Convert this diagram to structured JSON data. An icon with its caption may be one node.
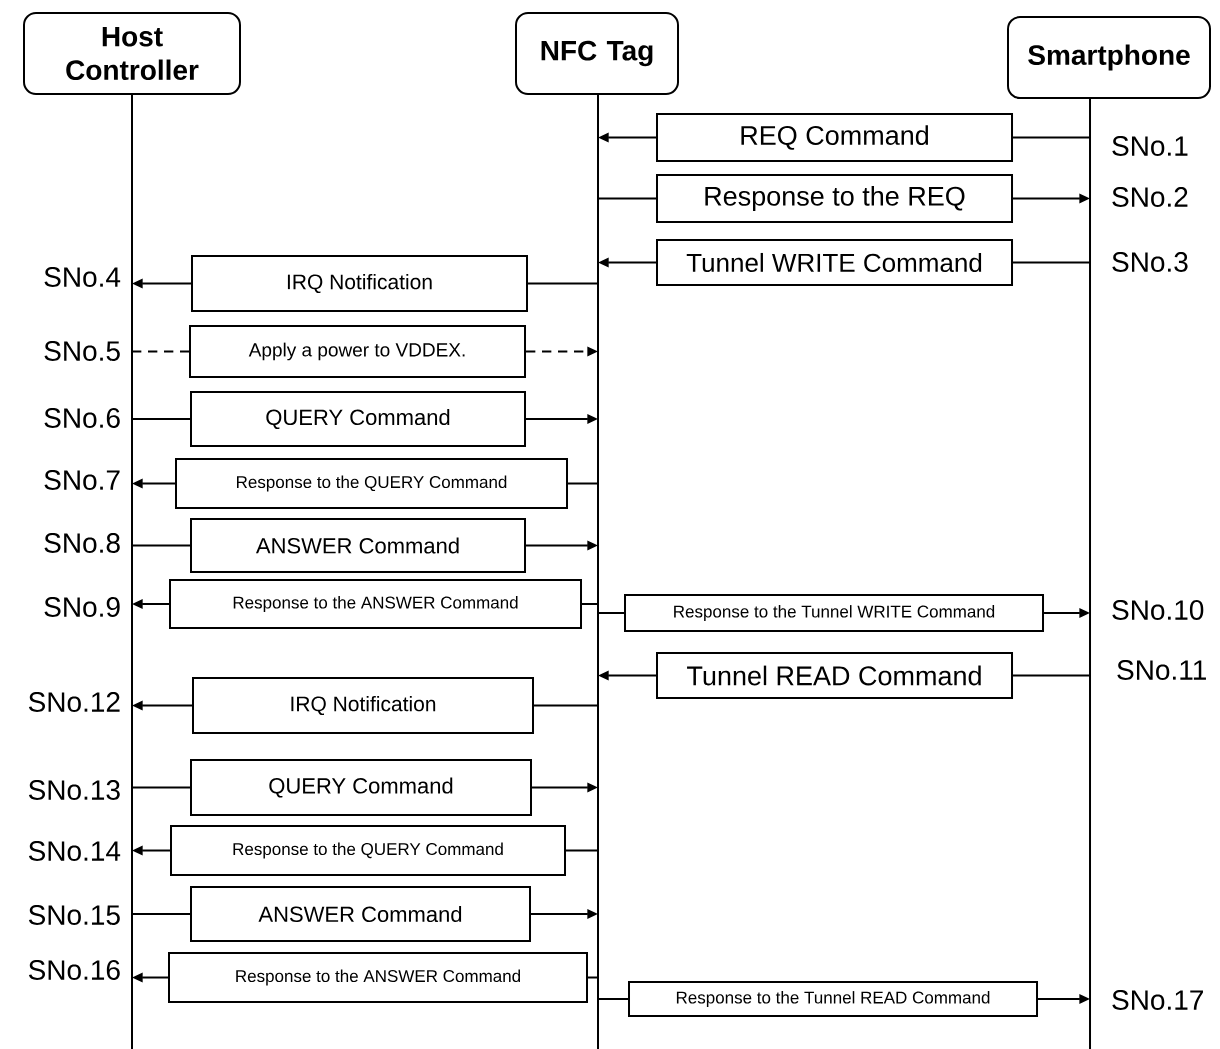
{
  "diagram": {
    "nodes": [
      {
        "text": [
          "Host Controller"
        ]
      },
      {
        "text": [
          "NFC Tag"
        ]
      },
      {
        "text": [
          "Smartphone"
        ]
      },
      {
        "text": [],
        "shape": "bar"
      },
      {
        "text": [],
        "shape": "bar"
      },
      {
        "text": [],
        "shape": "bar"
      },
      {
        "text": [
          "REQ Command"
        ]
      },
      {
        "text": [
          "Response to the REQ"
        ]
      },
      {
        "text": [
          "Tunnel WRITE Command"
        ]
      },
      {
        "text": [
          "IRQ Notification"
        ]
      },
      {
        "text": [
          "Apply a power to VDDEX."
        ]
      },
      {
        "text": [
          "QUERY Command"
        ]
      },
      {
        "text": [
          "Response to the QUERY Command"
        ]
      },
      {
        "text": [
          "ANSWER Command"
        ]
      },
      {
        "text": [
          "Response to the ANSWER Command"
        ]
      },
      {
        "text": [
          "Response to the Tunnel WRITE Command"
        ]
      },
      {
        "text": [
          "Tunnel READ Command"
        ]
      },
      {
        "text": [
          "IRQ Notification"
        ]
      },
      {
        "text": [
          "QUERY Command"
        ]
      },
      {
        "text": [
          "Response to the QUERY Command"
        ]
      },
      {
        "text": [
          "ANSWER Command"
        ]
      },
      {
        "text": [
          "Response to the ANSWER Command"
        ]
      },
      {
        "text": [
          "Response to the Tunnel READ Command"
        ]
      }
    ],
    "edges": [
      {
        "from": 5,
        "to": 6,
        "arrow": "none"
      },
      {
        "from": 6,
        "to": 4,
        "arrow": "to"
      },
      {
        "from": 4,
        "to": 7,
        "arrow": "none"
      },
      {
        "from": 7,
        "to": 5,
        "arrow": "to"
      },
      {
        "from": 5,
        "to": 8,
        "arrow": "none"
      },
      {
        "from": 8,
        "to": 4,
        "arrow": "to"
      },
      {
        "from": 4,
        "to": 9,
        "arrow": "none"
      },
      {
        "from": 9,
        "to": 3,
        "arrow": "to"
      },
      {
        "from": 3,
        "to": 10,
        "arrow": "none",
        "style": "dashed"
      },
      {
        "from": 10,
        "to": 4,
        "arrow": "to",
        "style": "dashed"
      },
      {
        "from": 3,
        "to": 11,
        "arrow": "none"
      },
      {
        "from": 11,
        "to": 4,
        "arrow": "to"
      },
      {
        "from": 4,
        "to": 12,
        "arrow": "none"
      },
      {
        "from": 12,
        "to": 3,
        "arrow": "to"
      },
      {
        "from": 3,
        "to": 13,
        "arrow": "none"
      },
      {
        "from": 13,
        "to": 4,
        "arrow": "to"
      },
      {
        "from": 4,
        "to": 14,
        "arrow": "none"
      },
      {
        "from": 14,
        "to": 3,
        "arrow": "to"
      },
      {
        "from": 4,
        "to": 15,
        "arrow": "none"
      },
      {
        "from": 15,
        "to": 5,
        "arrow": "to"
      },
      {
        "from": 5,
        "to": 16,
        "arrow": "none"
      },
      {
        "from": 16,
        "to": 4,
        "arrow": "to"
      },
      {
        "from": 4,
        "to": 17,
        "arrow": "none"
      },
      {
        "from": 17,
        "to": 3,
        "arrow": "to"
      },
      {
        "from": 3,
        "to": 18,
        "arrow": "none"
      },
      {
        "from": 18,
        "to": 4,
        "arrow": "to"
      },
      {
        "from": 4,
        "to": 19,
        "arrow": "none"
      },
      {
        "from": 19,
        "to": 3,
        "arrow": "to"
      },
      {
        "from": 3,
        "to": 20,
        "arrow": "none"
      },
      {
        "from": 20,
        "to": 4,
        "arrow": "to"
      },
      {
        "from": 4,
        "to": 21,
        "arrow": "none"
      },
      {
        "from": 21,
        "to": 3,
        "arrow": "to"
      },
      {
        "from": 4,
        "to": 22,
        "arrow": "none"
      },
      {
        "from": 22,
        "to": 5,
        "arrow": "to"
      }
    ],
    "labels": [
      "SNo.1",
      "SNo.2",
      "SNo.3",
      "SNo.4",
      "SNo.5",
      "SNo.6",
      "SNo.7",
      "SNo.8",
      "SNo.9",
      "SNo.10",
      "SNo.11",
      "SNo.12",
      "SNo.13",
      "SNo.14",
      "SNo.15",
      "SNo.16",
      "SNo.17"
    ]
  }
}
